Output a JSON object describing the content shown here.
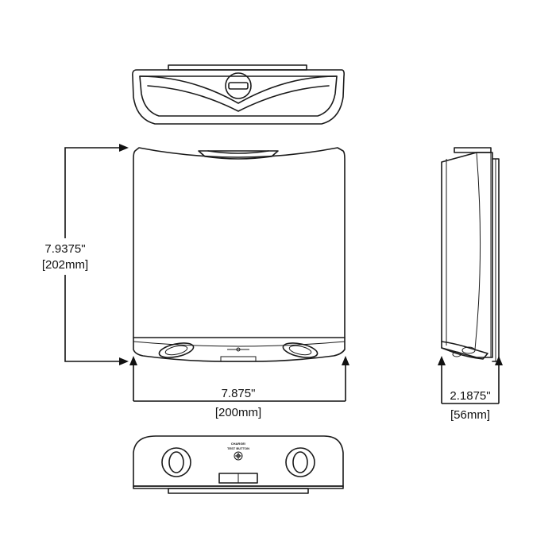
{
  "dimensions": {
    "height": {
      "inches": "7.9375\"",
      "mm": "[202mm]"
    },
    "width": {
      "inches": "7.875\"",
      "mm": "[200mm]"
    },
    "depth": {
      "inches": "2.1875\"",
      "mm": "[56mm]"
    }
  },
  "bottom_view": {
    "label_line1": "CHARGE/",
    "label_line2": "TEST BUTTON"
  }
}
